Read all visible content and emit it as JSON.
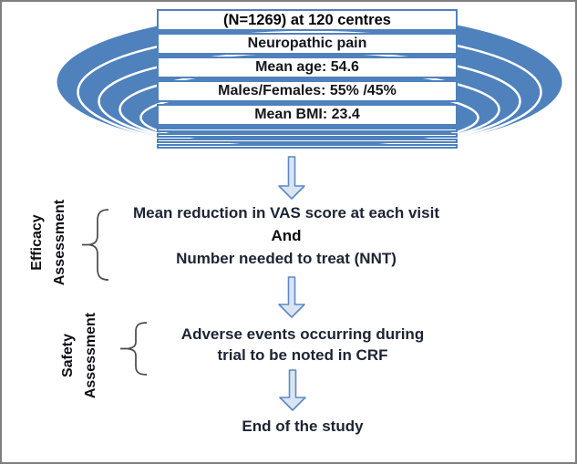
{
  "figure": {
    "population_box": {
      "rows": [
        "(N=1269) at 120 centres",
        "Neuropathic pain",
        "Mean age: 54.6",
        "Males/Females: 55% /45%",
        "Mean BMI: 23.4"
      ]
    },
    "efficacy": {
      "label": [
        "Efficacy",
        "Assessment"
      ],
      "line1": "Mean reduction in VAS score at each visit",
      "connector": "And",
      "line2": "Number needed to treat (NNT)"
    },
    "safety": {
      "label": [
        "Safety",
        "Assessment"
      ],
      "line1": "Adverse events occurring during",
      "line2": "trial to be noted in CRF"
    },
    "end_text": "End of the study"
  },
  "colors": {
    "accent_blue": "#4f81bd",
    "ring_stroke": "#ffffff",
    "arrow_fill": "#dbe5f2",
    "arrow_stroke": "#5b8ac5",
    "table_border": "#4f81bd",
    "text_dark": "#1c2433",
    "brace_gray": "#4a4a4a",
    "page_border": "#7f7f7f"
  }
}
